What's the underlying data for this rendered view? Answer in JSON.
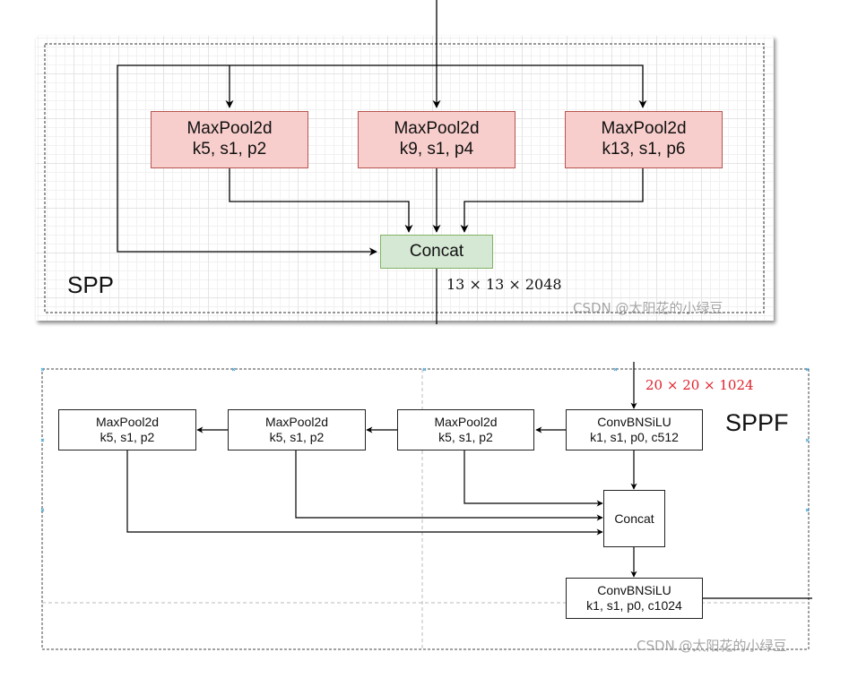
{
  "spp": {
    "title": "SPP",
    "pools": [
      {
        "name": "MaxPool2d",
        "params": "k5, s1, p2"
      },
      {
        "name": "MaxPool2d",
        "params": "k9, s1, p4"
      },
      {
        "name": "MaxPool2d",
        "params": "k13, s1, p6"
      }
    ],
    "concat": "Concat",
    "output_shape": "13 × 13 × 2048",
    "watermark": "CSDN @太阳花的小绿豆"
  },
  "sppf": {
    "title": "SPPF",
    "input_shape": "20 × 20 × 1024",
    "input_shape_color": "#e0202a",
    "conv_in": {
      "name": "ConvBNSiLU",
      "params": "k1, s1, p0, c512"
    },
    "pools": [
      {
        "name": "MaxPool2d",
        "params": "k5, s1, p2"
      },
      {
        "name": "MaxPool2d",
        "params": "k5, s1, p2"
      },
      {
        "name": "MaxPool2d",
        "params": "k5, s1, p2"
      }
    ],
    "concat": "Concat",
    "conv_out": {
      "name": "ConvBNSiLU",
      "params": "k1, s1, p0, c1024"
    },
    "watermark": "CSDN @太阳花的小绿豆"
  }
}
